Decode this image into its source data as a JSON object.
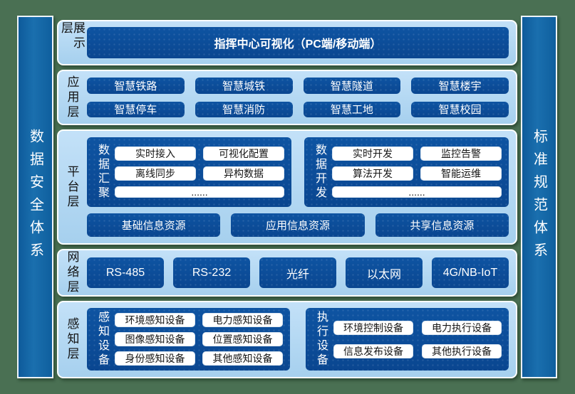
{
  "colors": {
    "background": "#4a7053",
    "pillar_blue": "#1467a8",
    "panel_light_blue": "#aed6f2",
    "dark_box_blue": "#0b4b96",
    "white_box": "#ffffff",
    "dark_text": "#161616",
    "white_text": "#ffffff",
    "panel_border": "#fbfdff"
  },
  "left_pillar": {
    "label": "数据安全体系"
  },
  "right_pillar": {
    "label": "标准规范体系"
  },
  "layers": {
    "display": {
      "label": "展示层",
      "title": "指挥中心可视化（PC端/移动端）"
    },
    "application": {
      "label": "应用层",
      "rows": [
        [
          "智慧铁路",
          "智慧城铁",
          "智慧隧道",
          "智慧楼宇"
        ],
        [
          "智慧停车",
          "智慧消防",
          "智慧工地",
          "智慧校园"
        ]
      ]
    },
    "platform": {
      "label": "平台层",
      "groups": [
        {
          "label": "数据汇聚",
          "items": [
            "实时接入",
            "可视化配置",
            "离线同步",
            "异构数据"
          ],
          "more": "......"
        },
        {
          "label": "数据开发",
          "items": [
            "实时开发",
            "监控告警",
            "算法开发",
            "智能运维"
          ],
          "more": "......"
        }
      ],
      "resources": [
        "基础信息资源",
        "应用信息资源",
        "共享信息资源"
      ]
    },
    "network": {
      "label": "网络层",
      "items": [
        "RS-485",
        "RS-232",
        "光纤",
        "以太网",
        "4G/NB-IoT"
      ]
    },
    "perception": {
      "label": "感知层",
      "groups": [
        {
          "label": "感知设备",
          "items": [
            "环境感知设备",
            "电力感知设备",
            "图像感知设备",
            "位置感知设备",
            "身份感知设备",
            "其他感知设备"
          ]
        },
        {
          "label": "执行设备",
          "items": [
            "环境控制设备",
            "电力执行设备",
            "信息发布设备",
            "其他执行设备"
          ]
        }
      ]
    }
  }
}
